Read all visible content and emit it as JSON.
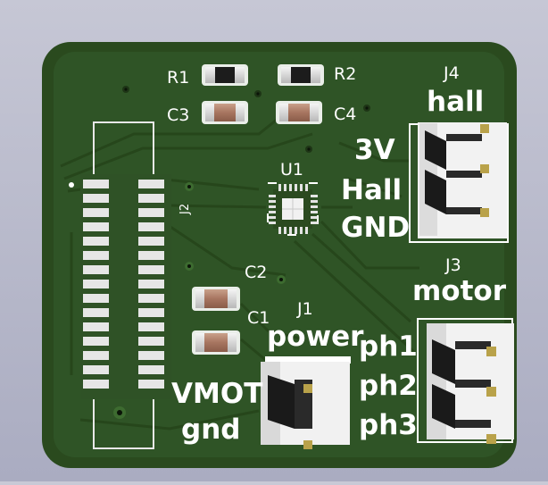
{
  "labels": {
    "r1": "R1",
    "r2": "R2",
    "c3": "C3",
    "c4": "C4",
    "u1": "U1",
    "j2": "J2",
    "c2": "C2",
    "c1": "C1",
    "j1": "J1",
    "j3": "J3",
    "j4": "J4",
    "hall": "hall",
    "three_v": "3V",
    "hall_pin": "Hall",
    "gnd_upper": "GND",
    "motor": "motor",
    "power": "power",
    "ph1": "ph1",
    "ph2": "ph2",
    "ph3": "ph3",
    "vmot": "VMOT",
    "gnd_lower": "gnd"
  },
  "colors": {
    "board": "#2c4d20",
    "copper": "#335a25",
    "silkscreen": "#ffffff",
    "pad": "#dcdcdc",
    "background": "#b8bacb"
  }
}
